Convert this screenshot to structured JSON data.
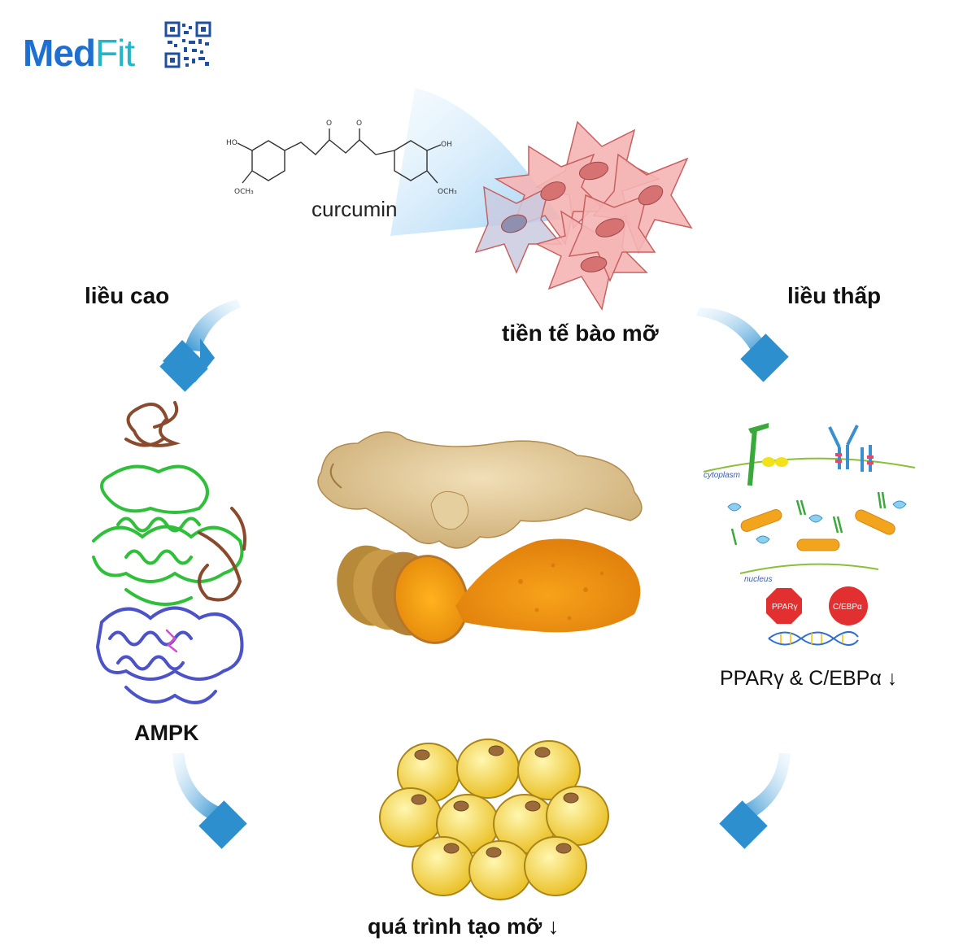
{
  "brand": {
    "name_part1": "Med",
    "name_part2": "Fit"
  },
  "labels": {
    "curcumin": "curcumin",
    "preadipocyte": "tiền tế bào mỡ",
    "high_dose": "liều cao",
    "low_dose": "liều thấp",
    "ampk": "AMPK",
    "transcription": "PPARγ & C/EBPα ↓",
    "lipogenesis": "quá trình tạo mỡ ↓",
    "cytoplasm": "cytoplasm",
    "nucleus": "nucleus",
    "ppar": "PPARγ",
    "cebp": "C/EBPα"
  },
  "colors": {
    "arrow_blue": "#2d8fce",
    "cell_pink": "#f5b5b5",
    "nucleus_pink": "#d77272",
    "fat_yellow": "#f5d447",
    "turmeric_orange": "#f09a18",
    "protein_green": "#2fbf3a",
    "protein_blue": "#4c52c8",
    "protein_brown": "#8a4a2e"
  }
}
